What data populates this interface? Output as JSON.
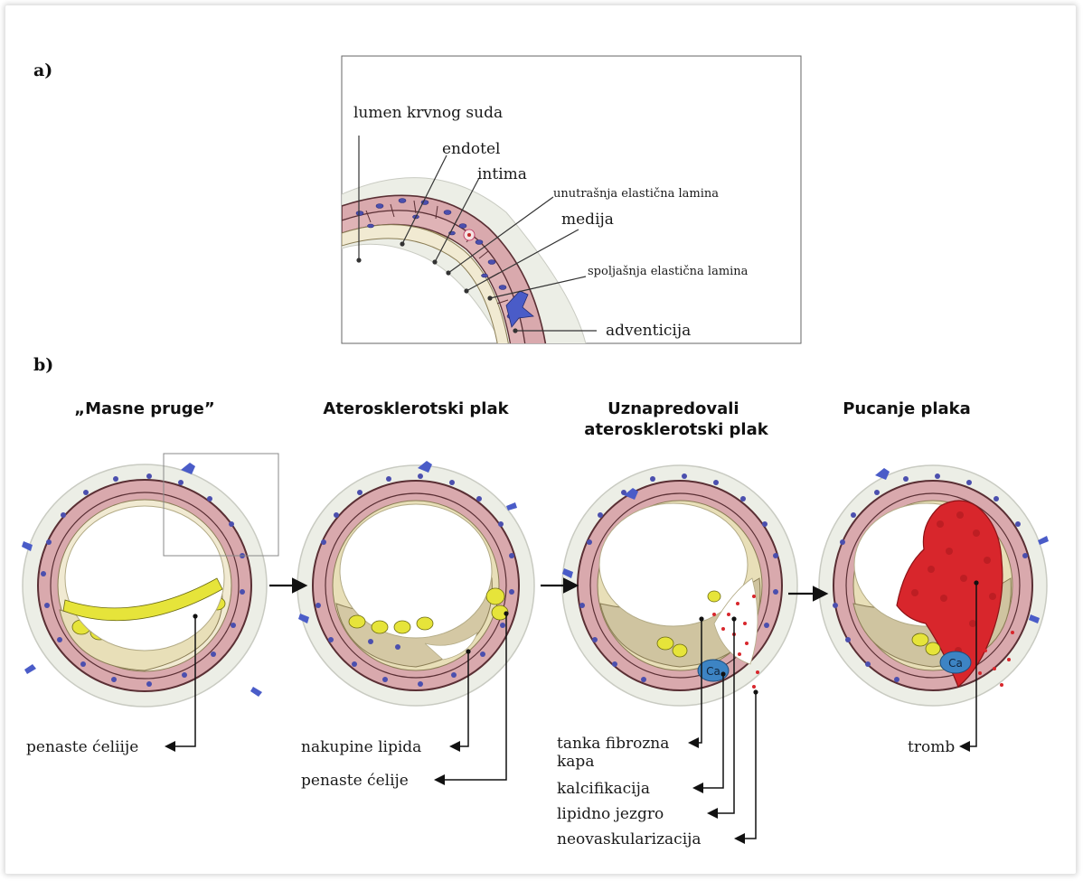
{
  "panel_a": {
    "letter": "a)",
    "labels": {
      "lumen": "lumen krvnog suda",
      "endotel": "endotel",
      "intima": "intima",
      "unutrasnja": "unutrašnja elastična lamina",
      "medija": "medija",
      "spoljasnja": "spoljašnja elastična lamina",
      "adventicija": "adventicija"
    }
  },
  "panel_b": {
    "letter": "b)",
    "stages": [
      {
        "title": [
          "„Masne pruge”"
        ]
      },
      {
        "title": [
          "Aterosklerotski plak"
        ]
      },
      {
        "title": [
          "Uznapredovali",
          "aterosklerotski plak"
        ]
      },
      {
        "title": [
          "Pucanje plaka"
        ]
      }
    ],
    "labels": {
      "s1_penaste": "penaste ćeliije",
      "s2_nakupine": "nakupine lipida",
      "s2_penaste": "penaste ćelije",
      "s3_tanka": [
        "tanka fibrozna",
        "kapa"
      ],
      "s3_kalcifikacija": "kalcifikacija",
      "s3_lipidno": "lipidno jezgro",
      "s3_neovaskularizacija": "neovaskularizacija",
      "s4_tromb": "tromb",
      "ca": "Ca"
    }
  },
  "colors": {
    "wall_pink": "#d9a9ad",
    "wall_line": "#5a2f34",
    "nucleus": "#4b4fae",
    "lipid_yellow": "#e6e43a",
    "adventitia": "#e9ebe4",
    "thrombus": "#d8262c",
    "calcium": "#3d84c4"
  }
}
